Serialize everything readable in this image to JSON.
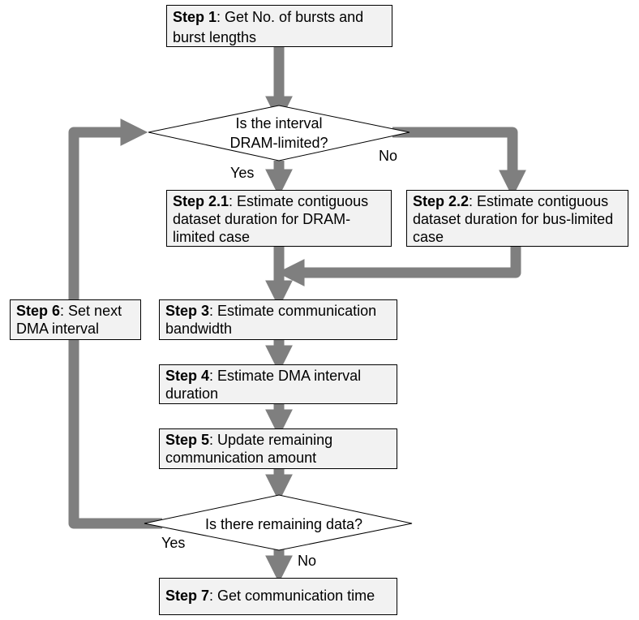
{
  "colors": {
    "arrow": "#7f7f7f",
    "box_fill": "#f2f2f2",
    "border": "#000000"
  },
  "steps": {
    "step1": {
      "title": "Step 1",
      "text": ": Get No. of bursts and burst lengths"
    },
    "step2_1": {
      "title": "Step 2.1",
      "text": ": Estimate contiguous dataset duration for DRAM-limited case"
    },
    "step2_2": {
      "title": "Step 2.2",
      "text": ": Estimate contiguous dataset duration for bus-limited case"
    },
    "step3": {
      "title": "Step 3",
      "text": ": Estimate communication bandwidth"
    },
    "step4": {
      "title": "Step 4",
      "text": ": Estimate DMA interval duration"
    },
    "step5": {
      "title": "Step 5",
      "text": ": Update remaining communication amount"
    },
    "step6": {
      "title": "Step 6",
      "text": ": Set next DMA interval"
    },
    "step7": {
      "title": "Step 7",
      "text": ": Get communication time"
    }
  },
  "decisions": {
    "d1": {
      "line1": "Is the interval",
      "line2": "DRAM-limited?"
    },
    "d2": {
      "text": "Is there remaining data?"
    }
  },
  "labels": {
    "d1_yes": "Yes",
    "d1_no": "No",
    "d2_yes": "Yes",
    "d2_no": "No"
  }
}
